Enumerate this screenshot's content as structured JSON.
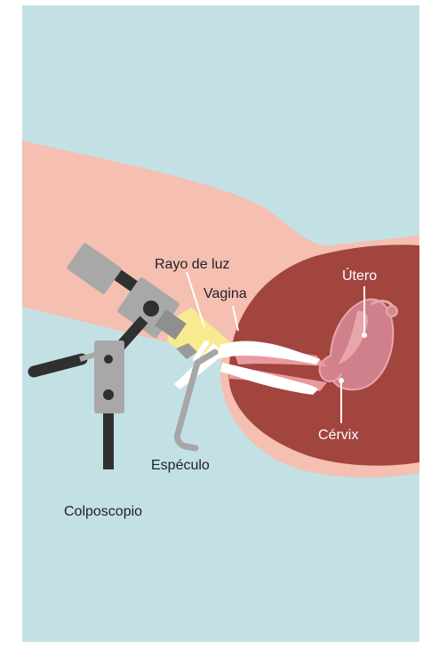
{
  "labels": {
    "light_beam": "Rayo de luz",
    "vagina": "Vagina",
    "uterus": "Útero",
    "cervix": "Cérvix",
    "speculum": "Espéculo",
    "colposcope": "Colposcopio"
  },
  "colors": {
    "background": "#c3e1e5",
    "skin": "#f5bfb1",
    "uterus_cavity": "#a2453f",
    "uterus_body": "#cc7a7e",
    "light_beam": "#f8eb8f",
    "instrument_gray": "#a8a8a8",
    "instrument_dark": "#303030",
    "speculum_white": "#ffffff"
  }
}
